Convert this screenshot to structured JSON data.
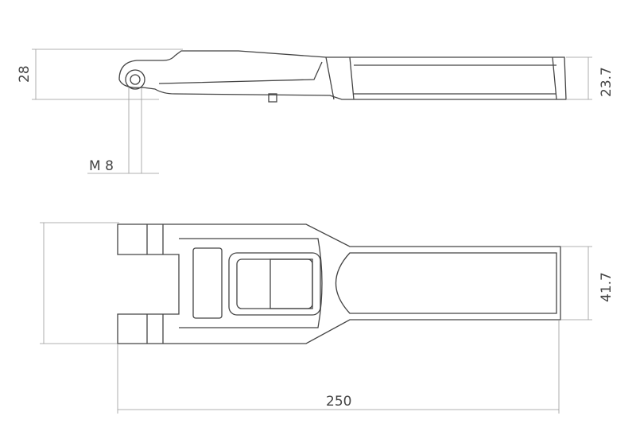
{
  "drawing": {
    "dimensions": {
      "side_height": "28",
      "handle_height": "23.7",
      "thread": "M 8",
      "handle_width": "41.7",
      "total_length": "250"
    }
  }
}
